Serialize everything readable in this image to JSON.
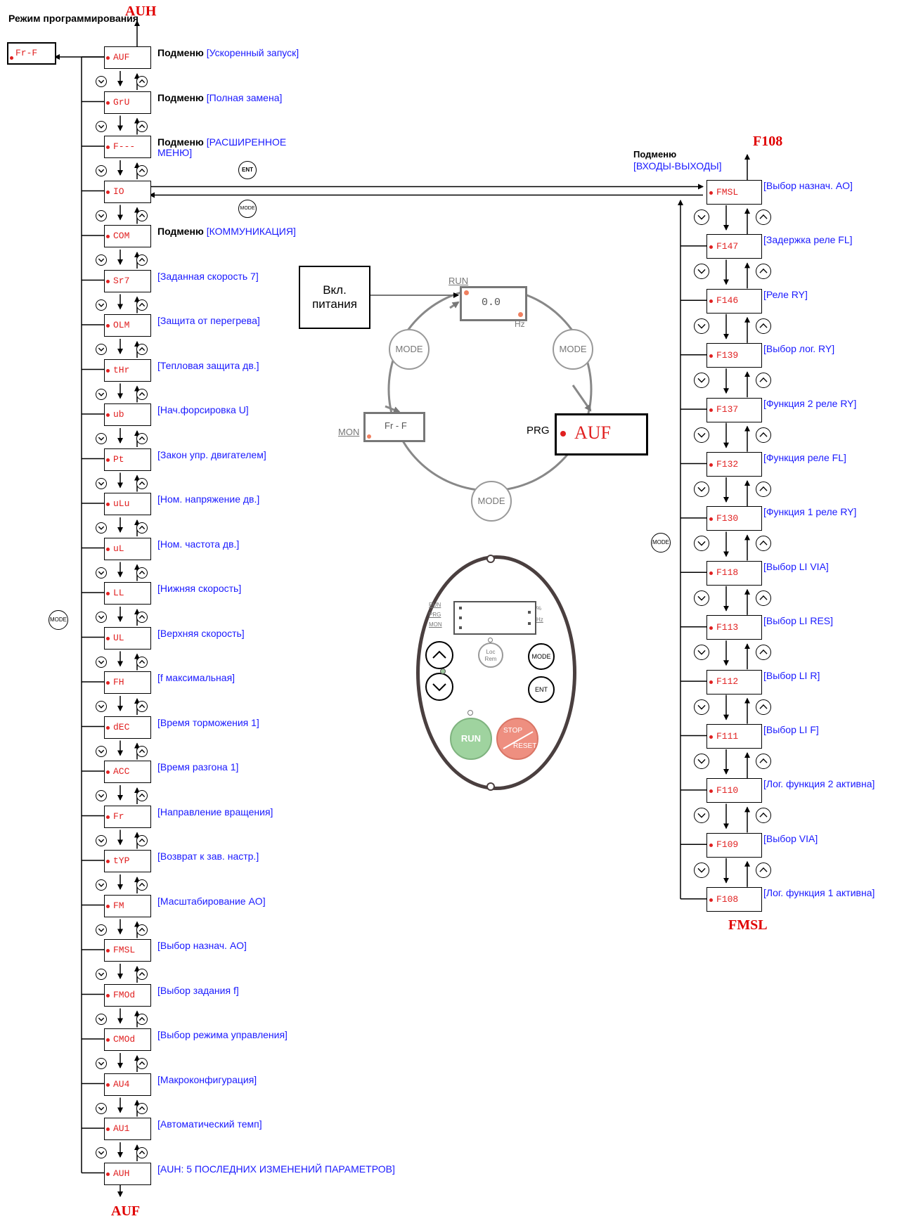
{
  "mode_title": "Режим программирования",
  "mode_display": "Fr-F",
  "top_left_target": "AUH",
  "bottom_left_target": "AUF",
  "left_mode_button": "MODE",
  "left_column": [
    {
      "code": "AUF",
      "prefix": "Подменю",
      "label": "[Ускоренный запуск]"
    },
    {
      "code": "GrU",
      "prefix": "Подменю",
      "label": "[Полная замена]"
    },
    {
      "code": "F---",
      "prefix": "Подменю",
      "label": "[РАСШИРЕННОЕ МЕНЮ]"
    },
    {
      "code": "IO",
      "prefix": "",
      "label": ""
    },
    {
      "code": "COM",
      "prefix": "Подменю",
      "label": "[КОММУНИКАЦИЯ]"
    },
    {
      "code": "Sr7",
      "prefix": "",
      "label": "[Заданная скорость 7]"
    },
    {
      "code": "OLM",
      "prefix": "",
      "label": "[Защита от перегрева]"
    },
    {
      "code": "tHr",
      "prefix": "",
      "label": "[Тепловая защита дв.]"
    },
    {
      "code": "ub",
      "prefix": "",
      "label": "[Нач.форсировка U]"
    },
    {
      "code": "Pt",
      "prefix": "",
      "label": "[Закон упр. двигателем]"
    },
    {
      "code": "uLu",
      "prefix": "",
      "label": "[Ном. напряжение дв.]"
    },
    {
      "code": "uL",
      "prefix": "",
      "label": "[Ном. частота дв.]"
    },
    {
      "code": "LL",
      "prefix": "",
      "label": "[Нижняя скорость]"
    },
    {
      "code": "UL",
      "prefix": "",
      "label": "[Верхняя скорость]"
    },
    {
      "code": "FH",
      "prefix": "",
      "label": "[f максимальная]"
    },
    {
      "code": "dEC",
      "prefix": "",
      "label": "[Время торможения 1]"
    },
    {
      "code": "ACC",
      "prefix": "",
      "label": "[Время разгона 1]"
    },
    {
      "code": "Fr",
      "prefix": "",
      "label": "[Направление вращения]"
    },
    {
      "code": "tYP",
      "prefix": "",
      "label": "[Возврат к зав. настр.]"
    },
    {
      "code": "FM",
      "prefix": "",
      "label": "[Масштабирование AO]"
    },
    {
      "code": "FMSL",
      "prefix": "",
      "label": "[Выбор назнач. AO]"
    },
    {
      "code": "FMOd",
      "prefix": "",
      "label": "[Выбор задания f]"
    },
    {
      "code": "CMOd",
      "prefix": "",
      "label": "[Выбор режима управления]"
    },
    {
      "code": "AU4",
      "prefix": "",
      "label": "[Макроконфигурация]"
    },
    {
      "code": "AU1",
      "prefix": "",
      "label": "[Автоматический темп]"
    },
    {
      "code": "AUH",
      "prefix": "",
      "label": "[AUH: 5 ПОСЛЕДНИХ ИЗМЕНЕНИЙ ПАРАМЕТРОВ]"
    }
  ],
  "io_link": {
    "ent": "ENT",
    "mode": "MODE",
    "title": "Подменю",
    "label": "[ВХОДЫ-ВЫХОДЫ]"
  },
  "right_top_target": "F108",
  "right_bottom_target": "FMSL",
  "right_mode_button": "MODE",
  "right_column": [
    {
      "code": "FMSL",
      "label": "[Выбор назнач. AO]"
    },
    {
      "code": "F147",
      "label": "[Задержка реле FL]"
    },
    {
      "code": "F146",
      "label": "[Реле RY]"
    },
    {
      "code": "F139",
      "label": "[Выбор лог. RY]"
    },
    {
      "code": "F137",
      "label": "[Функция 2 реле RY]"
    },
    {
      "code": "F132",
      "label": "[Функция реле FL]"
    },
    {
      "code": "F130",
      "label": "[Функция 1 реле RY]"
    },
    {
      "code": "F118",
      "label": "[Выбор LI VIA]"
    },
    {
      "code": "F113",
      "label": "[Выбор LI RES]"
    },
    {
      "code": "F112",
      "label": "[Выбор LI R]"
    },
    {
      "code": "F111",
      "label": "[Выбор LI F]"
    },
    {
      "code": "F110",
      "label": "[Лог. функция 2 активна]"
    },
    {
      "code": "F109",
      "label": "[Выбор VIA]"
    },
    {
      "code": "F108",
      "label": "[Лог. функция 1 активна]"
    }
  ],
  "cycle": {
    "power_on": "Вкл. питания",
    "run_label": "RUN",
    "run_display": "0.0",
    "hz_label": "Hz",
    "prg_label": "PRG",
    "prg_display": "AUF",
    "mon_label": "MON",
    "mon_display": "Fr - F",
    "mode_buttons": [
      "MODE",
      "MODE",
      "MODE"
    ]
  },
  "keypad": {
    "ind_run": "RUN",
    "ind_prg": "PRG",
    "ind_mon": "MON",
    "ind_pct": "%",
    "ind_hz": "Hz",
    "loc_top": "Loc",
    "loc_bottom": "Rem",
    "mode_key": "MODE",
    "ent_key": "ENT",
    "run_key": "RUN",
    "stop_top": "STOP",
    "stop_bottom": "RESET"
  }
}
